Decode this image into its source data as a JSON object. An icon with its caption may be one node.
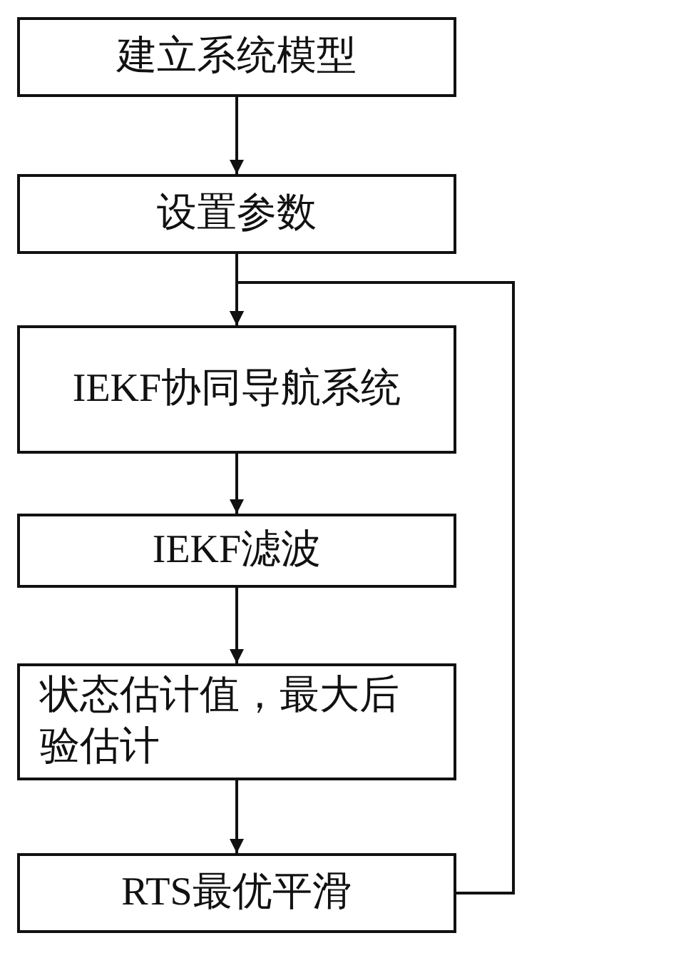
{
  "diagram": {
    "nodes": [
      {
        "text": [
          "建立系统模型"
        ]
      },
      {
        "text": [
          "设置参数"
        ]
      },
      {
        "text": [
          "IEKF协同导航系统"
        ]
      },
      {
        "text": [
          "IEKF滤波"
        ]
      },
      {
        "text": [
          "状态估计值，最大后验估计"
        ]
      },
      {
        "text": [
          "RTS最优平滑"
        ]
      }
    ],
    "edges": [
      {
        "from": 0,
        "to": 1,
        "arrow": "to"
      },
      {
        "from": 1,
        "to": 2,
        "arrow": "to"
      },
      {
        "from": 2,
        "to": 3,
        "arrow": "to"
      },
      {
        "from": 3,
        "to": 4,
        "arrow": "to"
      },
      {
        "from": 4,
        "to": 5,
        "arrow": "to"
      },
      {
        "from": 5,
        "to": 2,
        "arrow": "to"
      }
    ]
  }
}
